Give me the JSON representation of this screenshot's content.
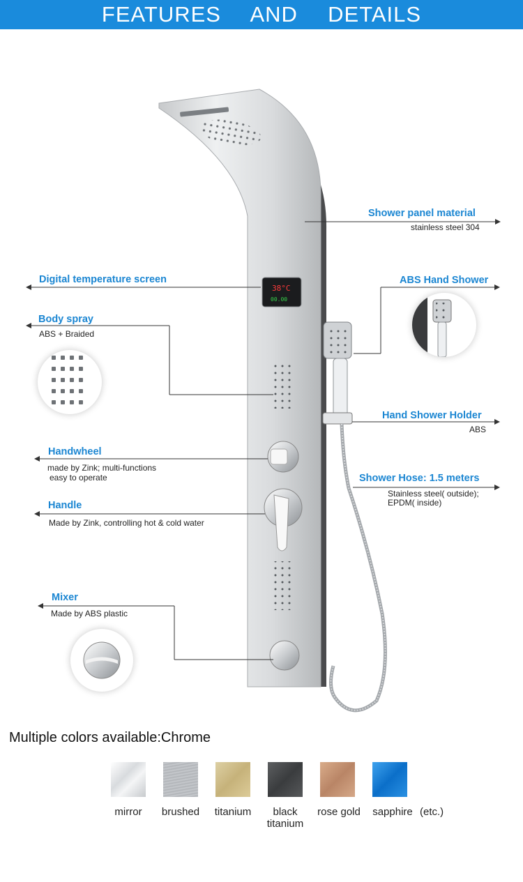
{
  "header": {
    "title": "FEATURES  AND  DETAILS"
  },
  "callouts": {
    "panel_material": {
      "title": "Shower panel material",
      "sub": "stainless steel 304"
    },
    "digital_screen": {
      "title": "Digital temperature screen"
    },
    "abs_hand_shower": {
      "title": "ABS Hand Shower"
    },
    "body_spray": {
      "title": "Body spray",
      "sub": "ABS + Braided"
    },
    "hand_shower_holder": {
      "title": "Hand Shower Holder",
      "sub": "ABS"
    },
    "handwheel": {
      "title": "Handwheel",
      "sub1": "made by Zink;  multi-functions",
      "sub2": "easy to operate"
    },
    "shower_hose": {
      "title": "Shower Hose: 1.5 meters",
      "sub1": "Stainless steel( outside);",
      "sub2": "EPDM( inside)"
    },
    "handle": {
      "title": "Handle",
      "sub": "Made by Zink, controlling hot & cold water"
    },
    "mixer": {
      "title": "Mixer",
      "sub": "Made by ABS plastic"
    }
  },
  "display": {
    "temperature": "38°C",
    "flow": "00.00"
  },
  "colors": {
    "title": "Multiple colors available:Chrome",
    "etc": "(etc.)",
    "items": [
      {
        "label": "mirror",
        "color": "#e6e8ea"
      },
      {
        "label": "brushed",
        "color": "#b9bcc0"
      },
      {
        "label": "titanium",
        "color": "#d1c08e"
      },
      {
        "label": "black\ntitanium",
        "color": "#4a4c4e"
      },
      {
        "label": "rose gold",
        "color": "#c99a78"
      },
      {
        "label": "sapphire",
        "color": "#1a7fd6"
      }
    ]
  },
  "theme": {
    "accent": "#1a8bdc",
    "label_blue": "#1b86d2"
  }
}
